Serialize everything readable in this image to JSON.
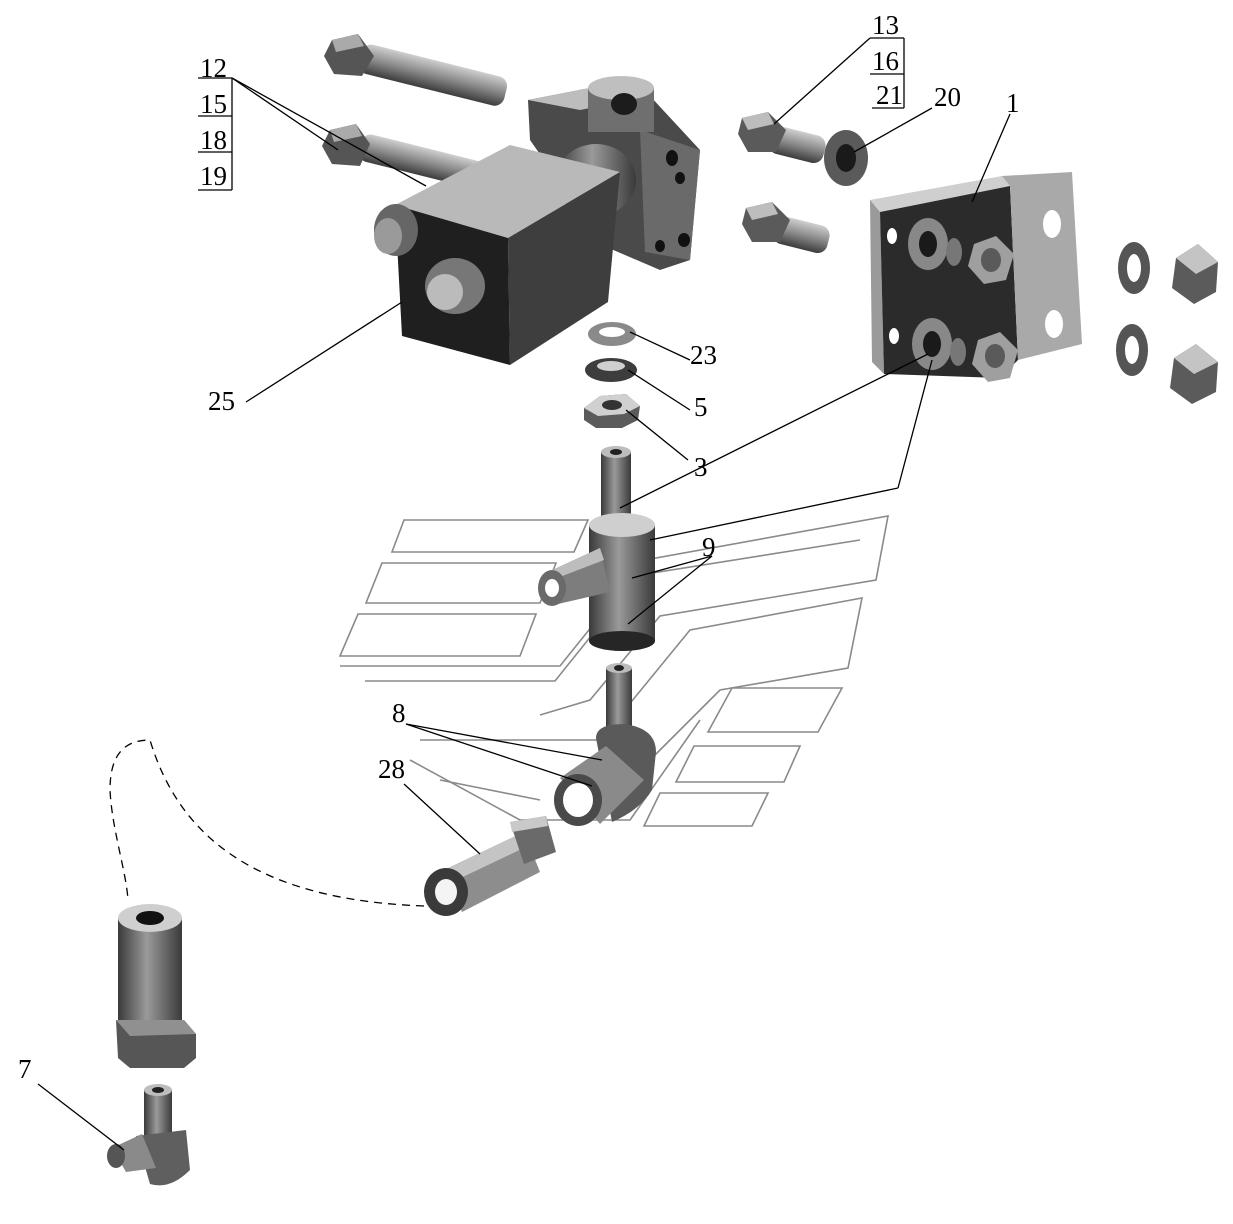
{
  "callouts": {
    "c1": "1",
    "c3": "3",
    "c5": "5",
    "c7": "7",
    "c8": "8",
    "c9": "9",
    "c12": "12",
    "c13": "13",
    "c15": "15",
    "c16": "16",
    "c18": "18",
    "c19": "19",
    "c20": "20",
    "c21": "21",
    "c23": "23",
    "c25": "25",
    "c28": "28"
  },
  "colors": {
    "metal_light": "#c4c4c4",
    "metal_mid": "#8c8c8c",
    "metal_dark": "#474747",
    "metal_darkest": "#222222",
    "logo_outline": "#8a8a8a"
  }
}
